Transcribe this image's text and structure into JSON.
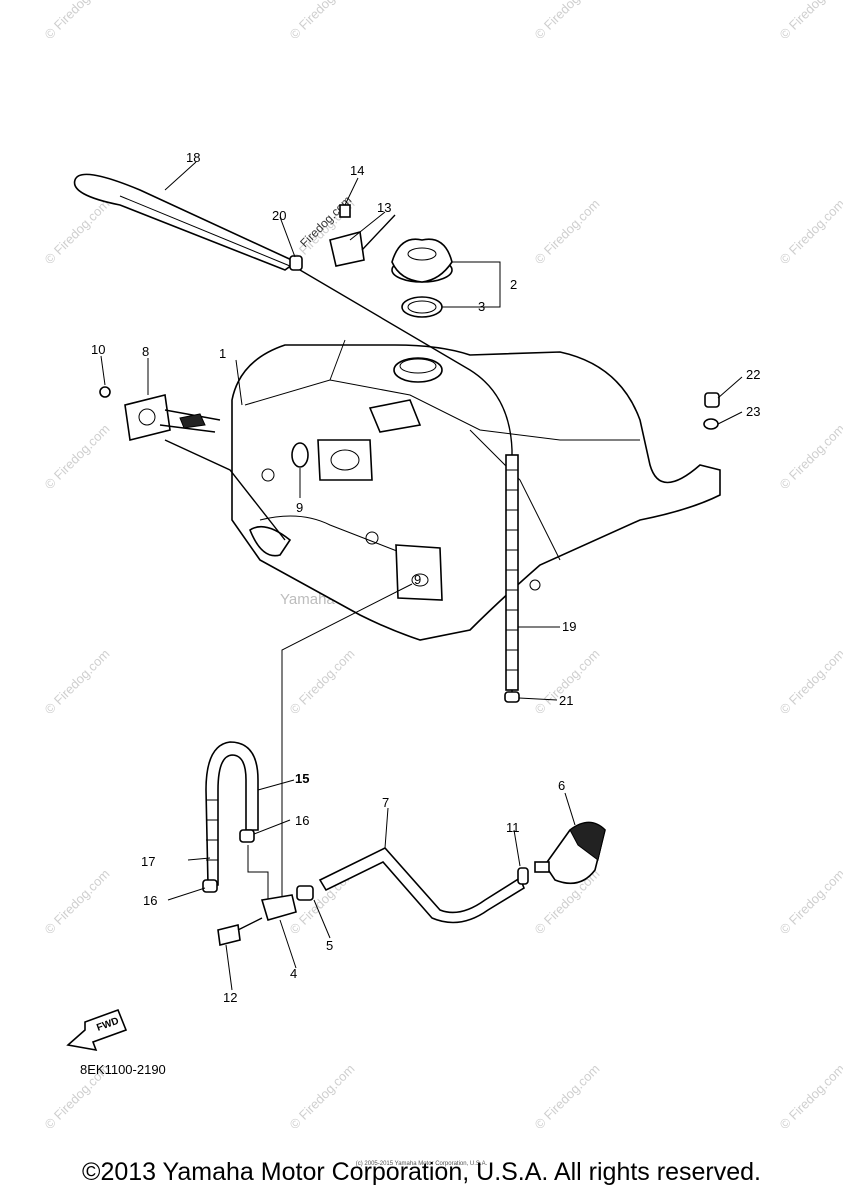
{
  "diagram": {
    "watermark_center": "Yamaha Motor Corp, U.S.A.",
    "watermark_repeat": "© Firedog.com",
    "watermark_inline": "Firedog.com",
    "diagram_code": "8EK1100-2190",
    "fwd_label": "FWD",
    "small_copyright": "(c) 2005-2015 Yamaha Motor Corporation, U.S.A.",
    "footer_copyright": "©2013 Yamaha Motor Corporation, U.S.A. All rights reserved.",
    "callouts": [
      "1",
      "2",
      "3",
      "4",
      "5",
      "6",
      "7",
      "8",
      "9",
      "9",
      "10",
      "11",
      "12",
      "13",
      "14",
      "15",
      "16",
      "16",
      "17",
      "18",
      "19",
      "20",
      "21",
      "22",
      "23"
    ]
  }
}
